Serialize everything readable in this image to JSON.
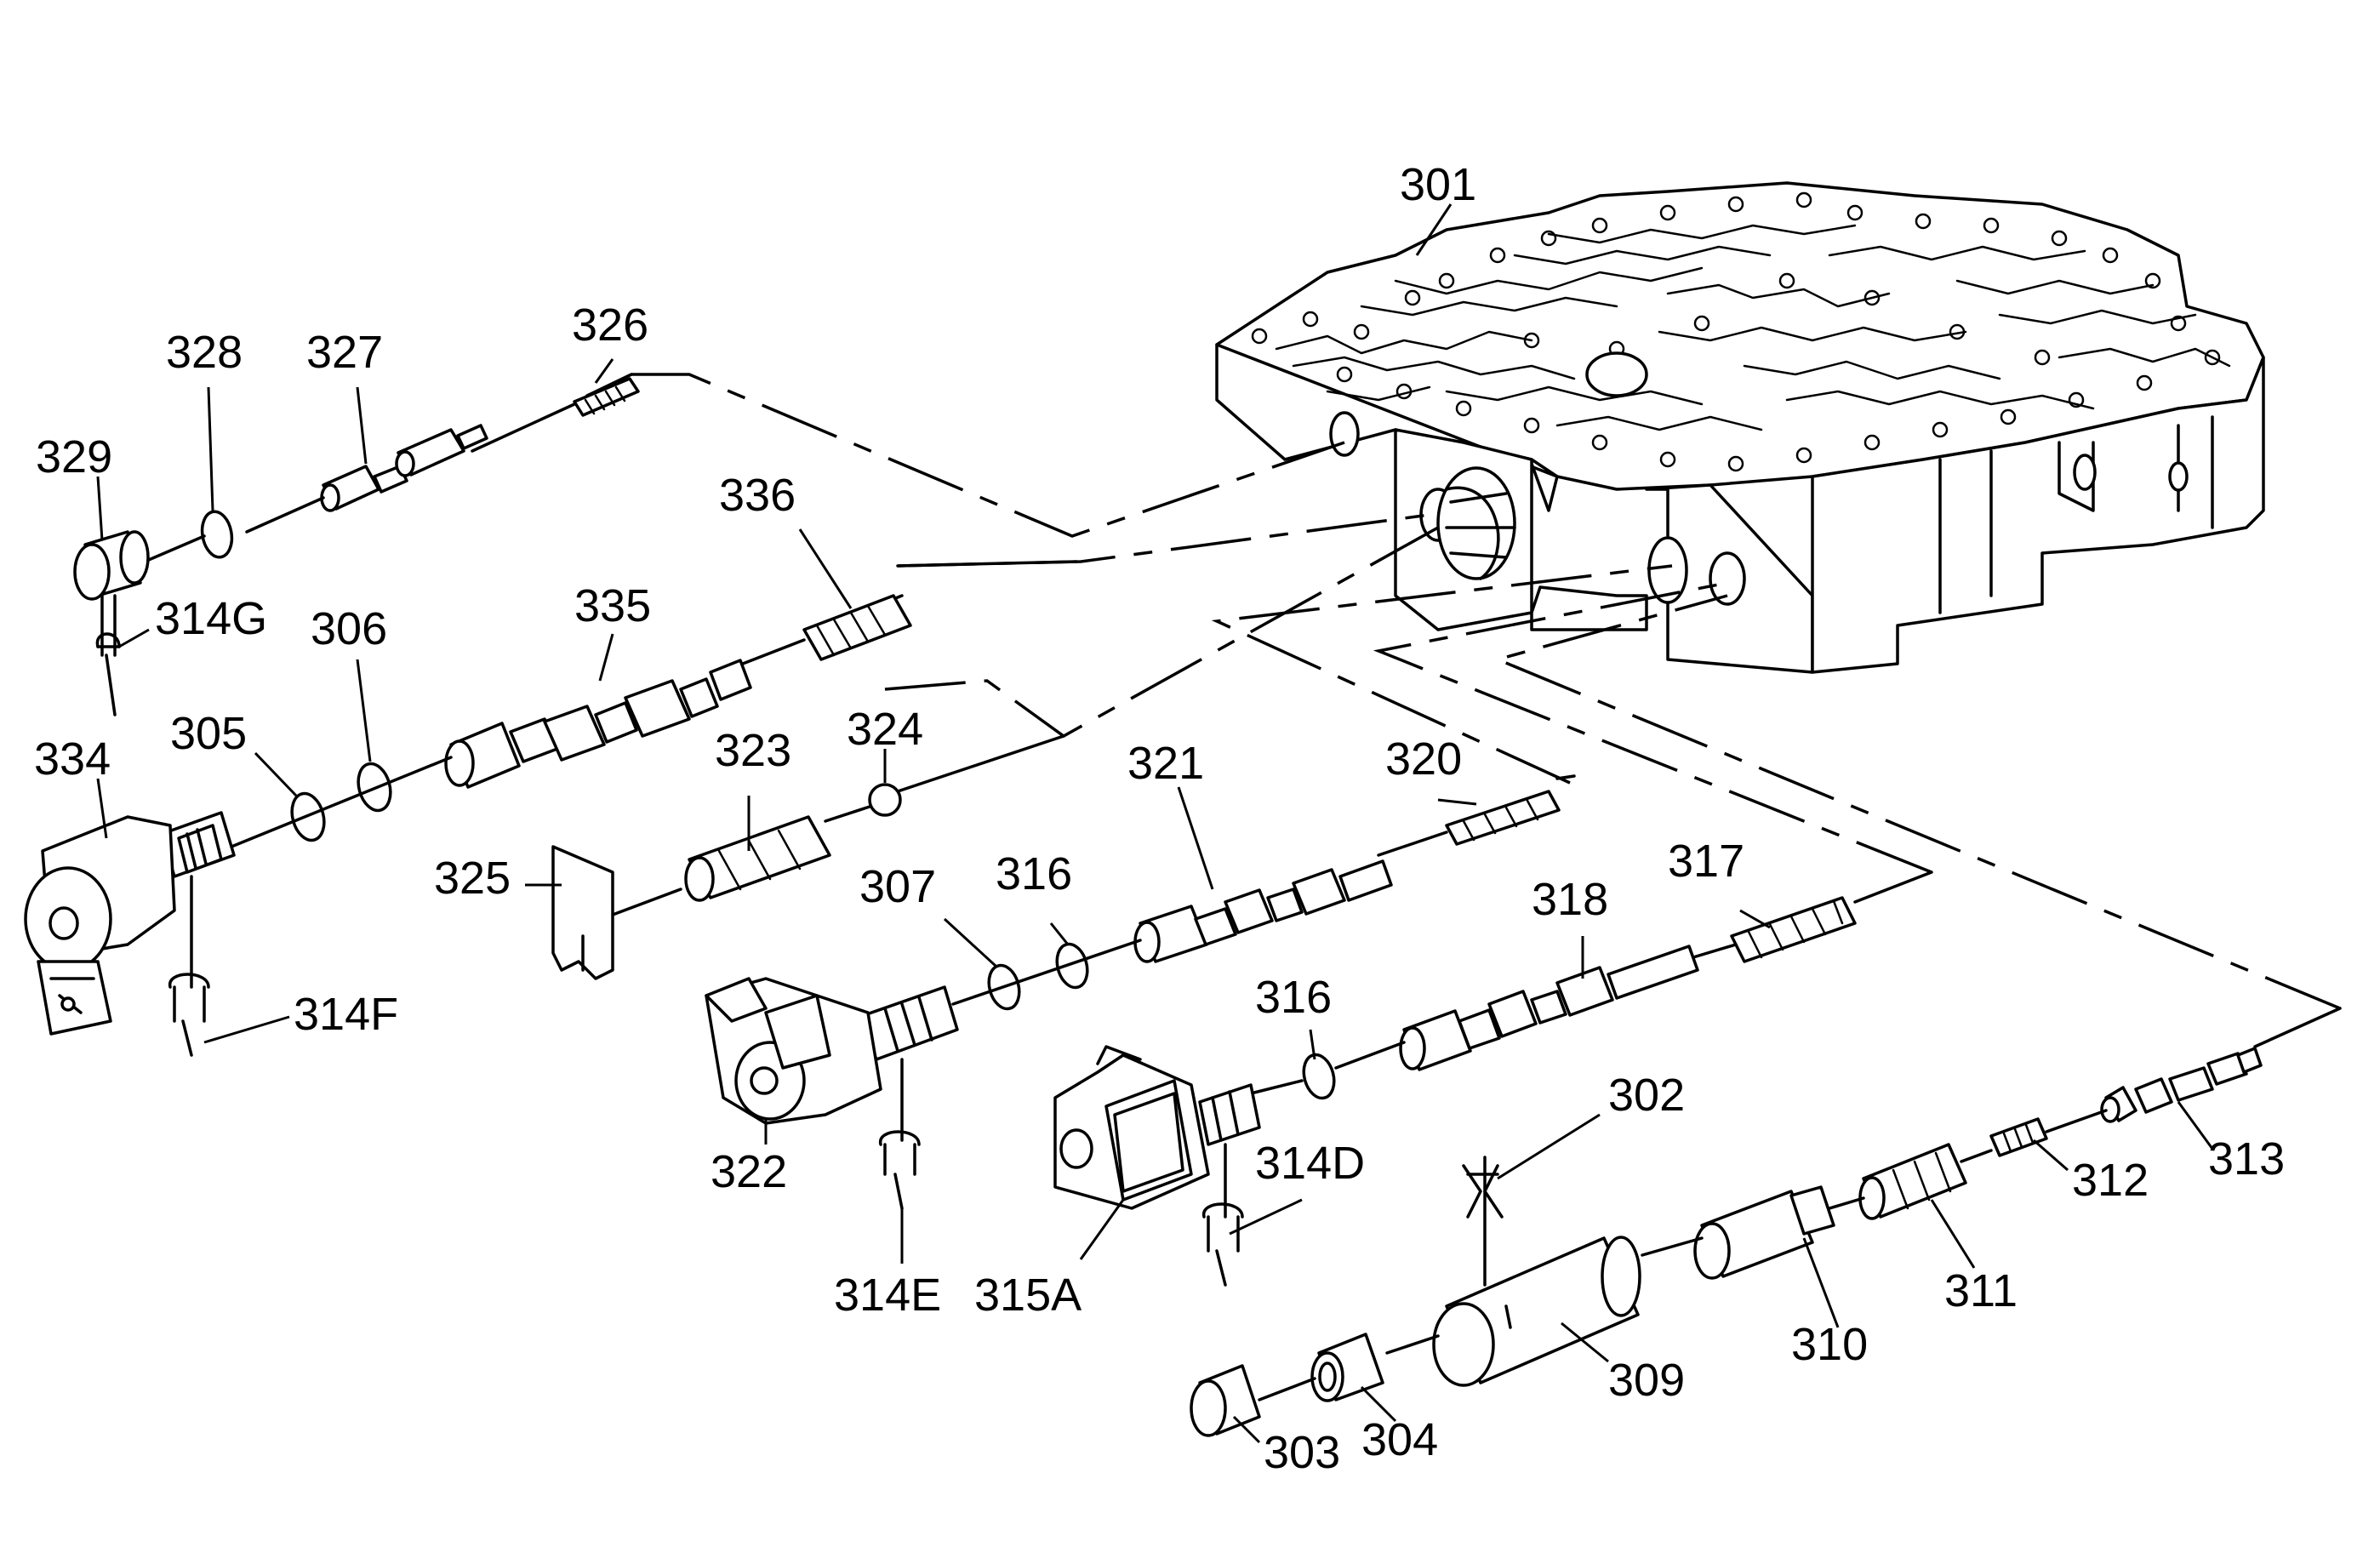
{
  "callouts": {
    "c301": "301",
    "c302": "302",
    "c303": "303",
    "c304": "304",
    "c305": "305",
    "c306": "306",
    "c307": "307",
    "c309": "309",
    "c310": "310",
    "c311": "311",
    "c312": "312",
    "c313": "313",
    "c314D": "314D",
    "c314E": "314E",
    "c314F": "314F",
    "c314G": "314G",
    "c315A": "315A",
    "c316a": "316",
    "c316b": "316",
    "c317": "317",
    "c318": "318",
    "c320": "320",
    "c321": "321",
    "c322": "322",
    "c323": "323",
    "c324": "324",
    "c325": "325",
    "c326": "326",
    "c327": "327",
    "c328": "328",
    "c329": "329",
    "c334": "334",
    "c335": "335",
    "c336": "336"
  }
}
